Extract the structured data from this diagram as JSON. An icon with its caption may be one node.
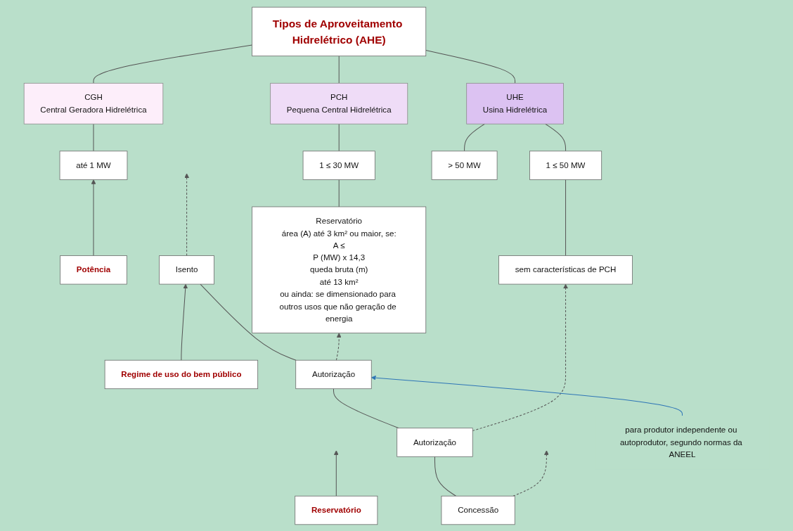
{
  "diagram": {
    "nodes": [
      {
        "text": [
          "Tipos de Aproveitamento Hidrelétrico (AHE)"
        ]
      },
      {
        "text": [
          "CGH",
          "Central Geradora Hidrelétrica"
        ]
      },
      {
        "text": [
          "PCH",
          "Pequena Central Hidrelétrica"
        ]
      },
      {
        "text": [
          "UHE",
          "Usina Hidrelétrica"
        ]
      },
      {
        "text": [
          "Potência"
        ]
      },
      {
        "text": [
          "até 1 MW"
        ]
      },
      {
        "text": [
          "1 ≤ 30 MW"
        ]
      },
      {
        "text": [
          "1 ≤ 50 MW"
        ]
      },
      {
        "text": [
          "> 50 MW"
        ]
      },
      {
        "text": [
          "Reservatório",
          "área (A) até 3 km² ou maior, se:",
          "A ≤",
          "P (MW) x 14,3",
          "queda bruta (m)",
          "até 13 km²",
          "ou ainda: se dimensionado para outros usos que não geração de energia"
        ]
      },
      {
        "text": [
          "sem características de PCH"
        ]
      },
      {
        "text": [
          "Reservatório"
        ]
      },
      {
        "text": [
          "Regime de uso do bem público"
        ]
      },
      {
        "text": [
          "Isento"
        ]
      },
      {
        "text": [
          "Autorização"
        ]
      },
      {
        "text": [
          "Autorização"
        ]
      },
      {
        "text": [
          "Concessão"
        ]
      },
      {
        "text": [
          "para produtor independente ou autoprodutor, segundo normas da ANEEL"
        ]
      }
    ],
    "edges": [
      {
        "from": 0,
        "to": 1,
        "arrow": "none"
      },
      {
        "from": 0,
        "to": 2,
        "arrow": "none"
      },
      {
        "from": 0,
        "to": 3,
        "arrow": "none"
      },
      {
        "from": 1,
        "to": 5,
        "arrow": "none"
      },
      {
        "from": 2,
        "to": 6,
        "arrow": "none"
      },
      {
        "from": 3,
        "to": 7,
        "arrow": "none"
      },
      {
        "from": 3,
        "to": 8,
        "arrow": "none"
      },
      {
        "from": 4,
        "to": 5,
        "arrow": "to"
      },
      {
        "from": 6,
        "to": 9,
        "arrow": "none"
      },
      {
        "from": 7,
        "to": 10,
        "arrow": "none"
      },
      {
        "from": 11,
        "to": null,
        "arrow": "to"
      },
      {
        "from": 12,
        "to": 13,
        "arrow": "to"
      },
      {
        "from": 13,
        "to": 14,
        "arrow": "none"
      },
      {
        "from": 14,
        "to": 15,
        "arrow": "none"
      },
      {
        "from": 15,
        "to": 16,
        "arrow": "none"
      },
      {
        "from": 13,
        "to": null,
        "arrow": "to",
        "style": "dashed"
      },
      {
        "from": 14,
        "to": 9,
        "arrow": "to",
        "style": "dashed"
      },
      {
        "from": 15,
        "to": 10,
        "arrow": "to",
        "style": "dashed"
      },
      {
        "from": 16,
        "to": null,
        "arrow": "to",
        "style": "dashed"
      },
      {
        "from": 17,
        "to": 14,
        "arrow": "to",
        "color": "#2e75b6"
      }
    ]
  }
}
